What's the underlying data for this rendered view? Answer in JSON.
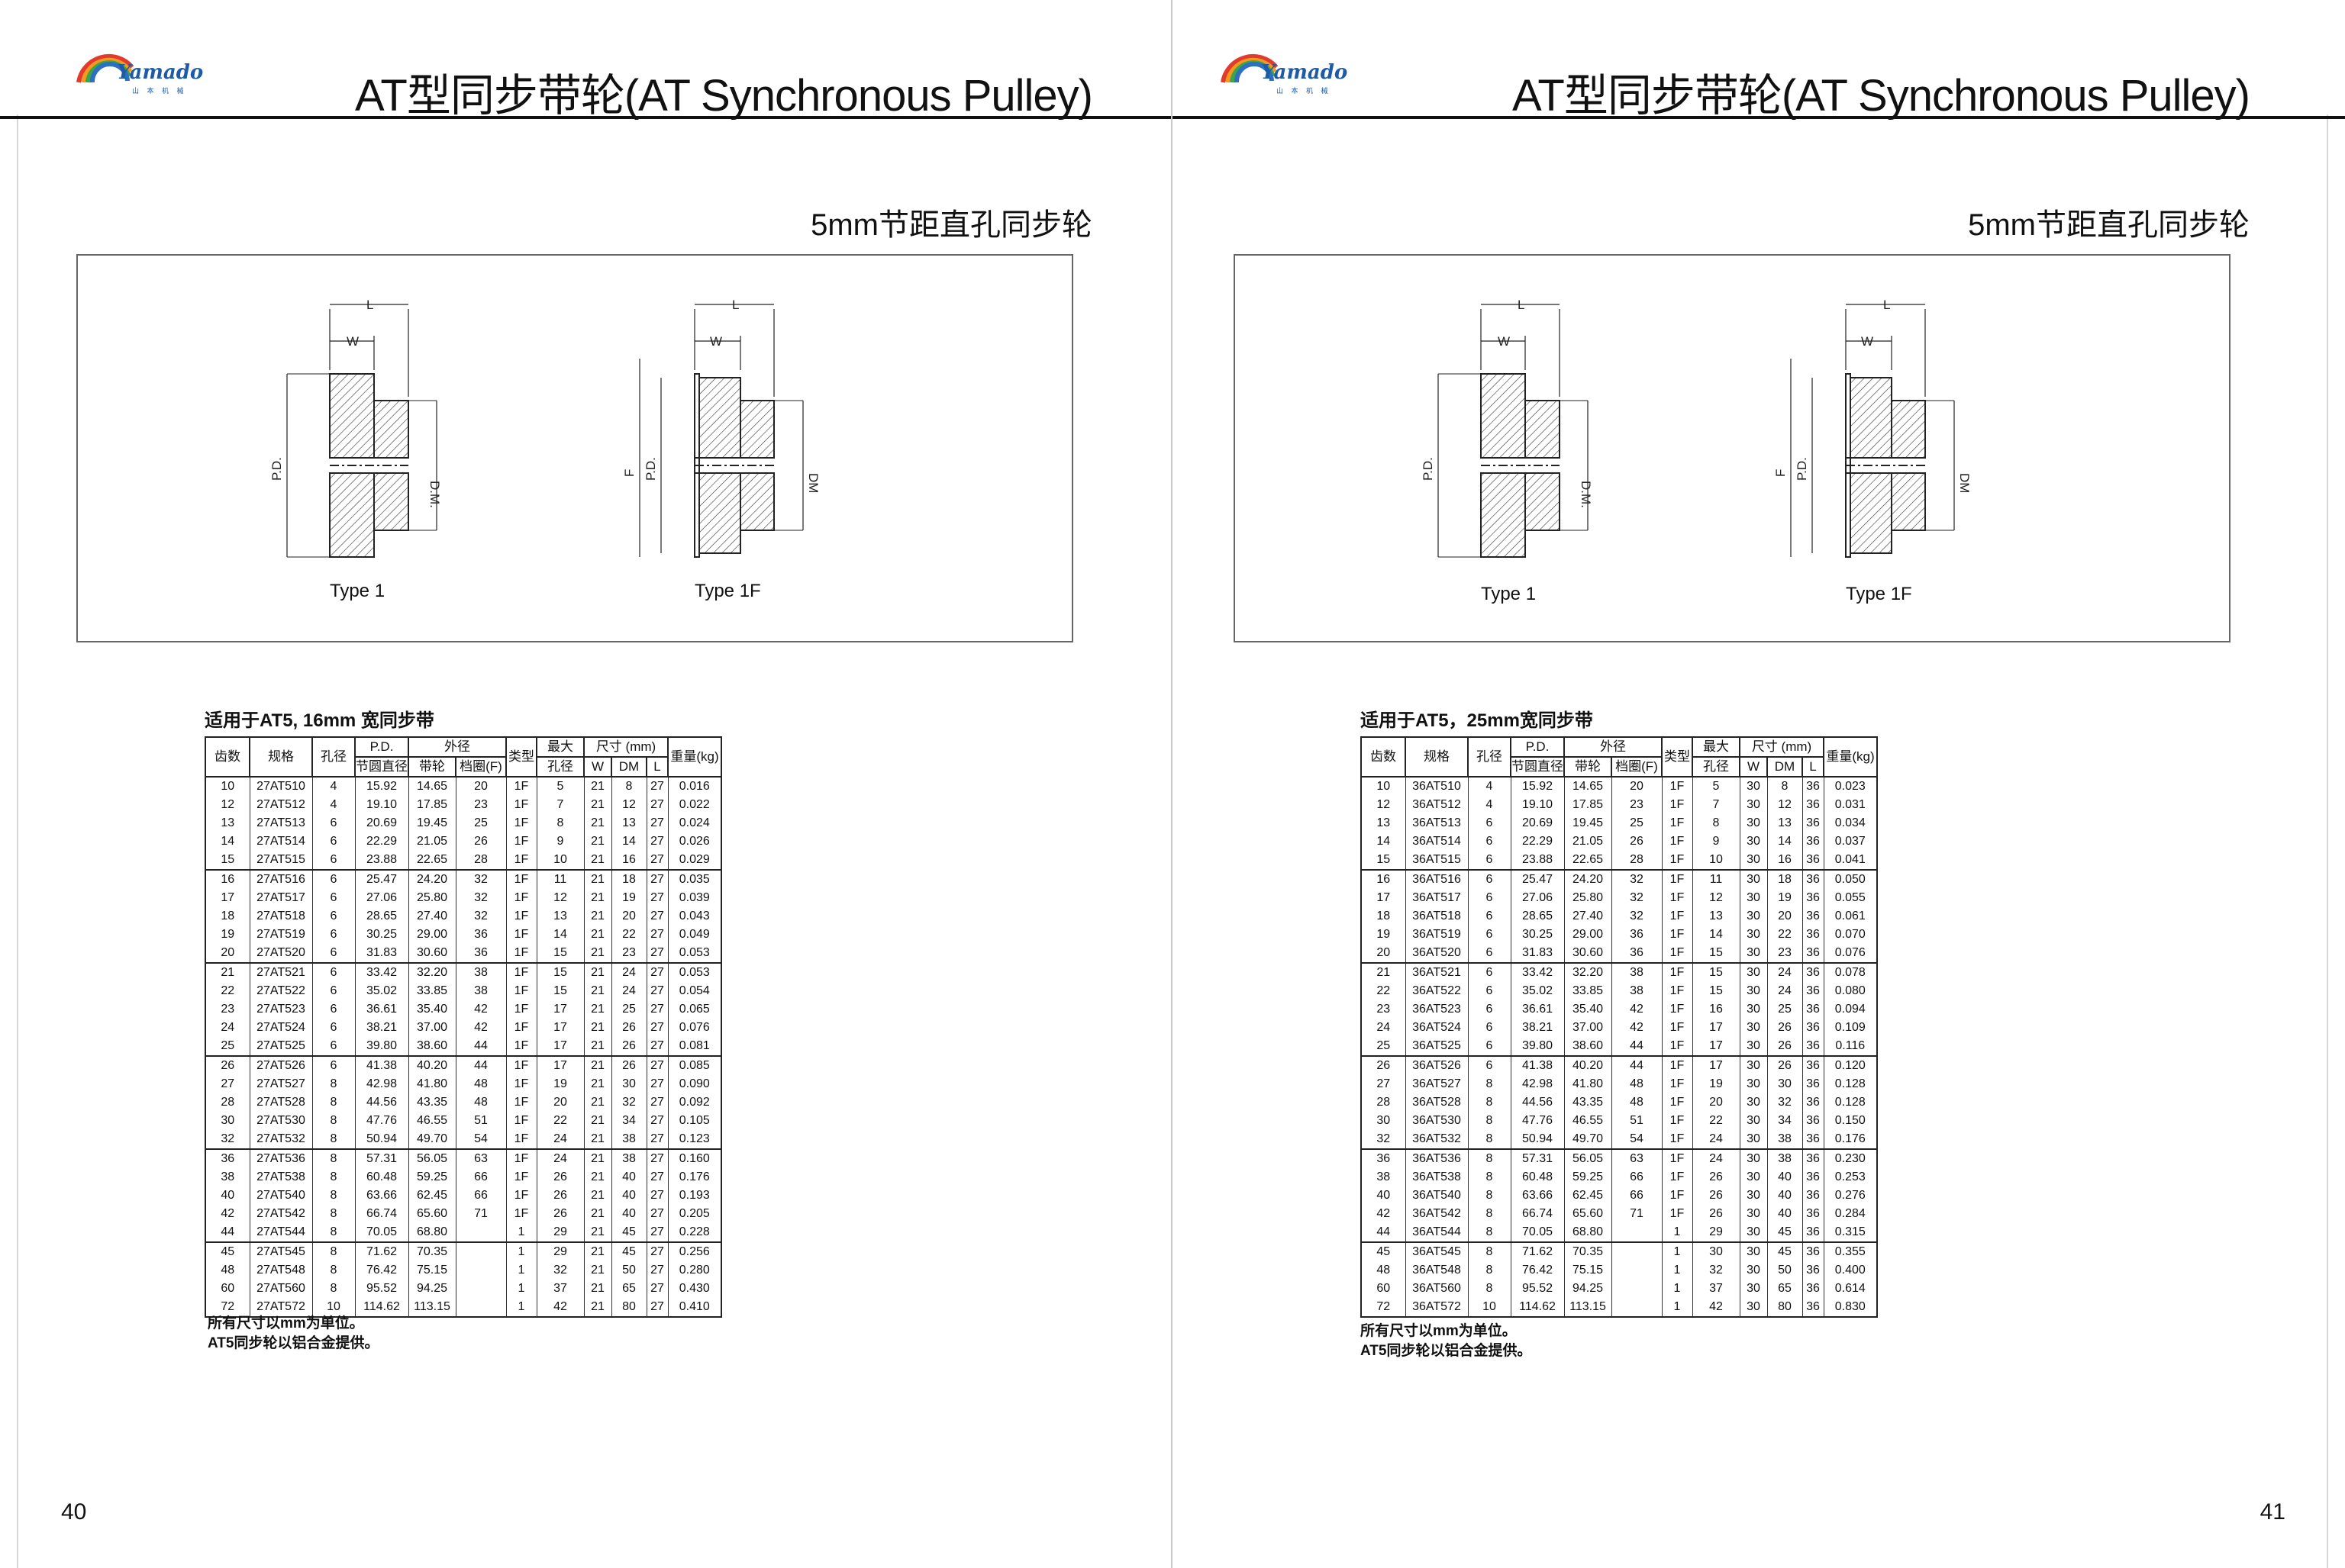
{
  "brand": {
    "name": "Yamado",
    "sub": "山 本 机 械"
  },
  "title": "AT型同步带轮(AT Synchronous Pulley)",
  "subtitle": "5mm节距直孔同步轮",
  "diagram_labels": {
    "L": "L",
    "W": "W",
    "PD": "P.D.",
    "DM_type1": "D.M.",
    "DM_type1f": "DM",
    "F": "F",
    "type1": "Type 1",
    "type1f": "Type 1F"
  },
  "table_headers": {
    "pd_top": "P.D.",
    "outer_top": "外径",
    "max_top": "最大",
    "dims_top": "尺寸 (mm)",
    "teeth": "齿数",
    "spec": "规格",
    "bore": "孔径",
    "pd": "节圆直径",
    "pulley": "带轮",
    "flange": "档圈(F)",
    "type": "类型",
    "max_bore": "孔径",
    "W": "W",
    "DM": "DM",
    "L": "L",
    "weight": "重量(kg)"
  },
  "notes": [
    "所有尺寸以mm为单位。",
    "AT5同步轮以铝合金提供。"
  ],
  "pages": [
    {
      "page_number": "40",
      "caption": "适用于AT5, 16mm 宽同步带",
      "W": "21",
      "L": "27",
      "rows": [
        [
          "10",
          "27AT510",
          "4",
          "15.92",
          "14.65",
          "20",
          "1F",
          "5",
          "21",
          "8",
          "27",
          "0.016"
        ],
        [
          "12",
          "27AT512",
          "4",
          "19.10",
          "17.85",
          "23",
          "1F",
          "7",
          "21",
          "12",
          "27",
          "0.022"
        ],
        [
          "13",
          "27AT513",
          "6",
          "20.69",
          "19.45",
          "25",
          "1F",
          "8",
          "21",
          "13",
          "27",
          "0.024"
        ],
        [
          "14",
          "27AT514",
          "6",
          "22.29",
          "21.05",
          "26",
          "1F",
          "9",
          "21",
          "14",
          "27",
          "0.026"
        ],
        [
          "15",
          "27AT515",
          "6",
          "23.88",
          "22.65",
          "28",
          "1F",
          "10",
          "21",
          "16",
          "27",
          "0.029"
        ],
        [
          "16",
          "27AT516",
          "6",
          "25.47",
          "24.20",
          "32",
          "1F",
          "11",
          "21",
          "18",
          "27",
          "0.035"
        ],
        [
          "17",
          "27AT517",
          "6",
          "27.06",
          "25.80",
          "32",
          "1F",
          "12",
          "21",
          "19",
          "27",
          "0.039"
        ],
        [
          "18",
          "27AT518",
          "6",
          "28.65",
          "27.40",
          "32",
          "1F",
          "13",
          "21",
          "20",
          "27",
          "0.043"
        ],
        [
          "19",
          "27AT519",
          "6",
          "30.25",
          "29.00",
          "36",
          "1F",
          "14",
          "21",
          "22",
          "27",
          "0.049"
        ],
        [
          "20",
          "27AT520",
          "6",
          "31.83",
          "30.60",
          "36",
          "1F",
          "15",
          "21",
          "23",
          "27",
          "0.053"
        ],
        [
          "21",
          "27AT521",
          "6",
          "33.42",
          "32.20",
          "38",
          "1F",
          "15",
          "21",
          "24",
          "27",
          "0.053"
        ],
        [
          "22",
          "27AT522",
          "6",
          "35.02",
          "33.85",
          "38",
          "1F",
          "15",
          "21",
          "24",
          "27",
          "0.054"
        ],
        [
          "23",
          "27AT523",
          "6",
          "36.61",
          "35.40",
          "42",
          "1F",
          "17",
          "21",
          "25",
          "27",
          "0.065"
        ],
        [
          "24",
          "27AT524",
          "6",
          "38.21",
          "37.00",
          "42",
          "1F",
          "17",
          "21",
          "26",
          "27",
          "0.076"
        ],
        [
          "25",
          "27AT525",
          "6",
          "39.80",
          "38.60",
          "44",
          "1F",
          "17",
          "21",
          "26",
          "27",
          "0.081"
        ],
        [
          "26",
          "27AT526",
          "6",
          "41.38",
          "40.20",
          "44",
          "1F",
          "17",
          "21",
          "26",
          "27",
          "0.085"
        ],
        [
          "27",
          "27AT527",
          "8",
          "42.98",
          "41.80",
          "48",
          "1F",
          "19",
          "21",
          "30",
          "27",
          "0.090"
        ],
        [
          "28",
          "27AT528",
          "8",
          "44.56",
          "43.35",
          "48",
          "1F",
          "20",
          "21",
          "32",
          "27",
          "0.092"
        ],
        [
          "30",
          "27AT530",
          "8",
          "47.76",
          "46.55",
          "51",
          "1F",
          "22",
          "21",
          "34",
          "27",
          "0.105"
        ],
        [
          "32",
          "27AT532",
          "8",
          "50.94",
          "49.70",
          "54",
          "1F",
          "24",
          "21",
          "38",
          "27",
          "0.123"
        ],
        [
          "36",
          "27AT536",
          "8",
          "57.31",
          "56.05",
          "63",
          "1F",
          "24",
          "21",
          "38",
          "27",
          "0.160"
        ],
        [
          "38",
          "27AT538",
          "8",
          "60.48",
          "59.25",
          "66",
          "1F",
          "26",
          "21",
          "40",
          "27",
          "0.176"
        ],
        [
          "40",
          "27AT540",
          "8",
          "63.66",
          "62.45",
          "66",
          "1F",
          "26",
          "21",
          "40",
          "27",
          "0.193"
        ],
        [
          "42",
          "27AT542",
          "8",
          "66.74",
          "65.60",
          "71",
          "1F",
          "26",
          "21",
          "40",
          "27",
          "0.205"
        ],
        [
          "44",
          "27AT544",
          "8",
          "70.05",
          "68.80",
          "",
          "1",
          "29",
          "21",
          "45",
          "27",
          "0.228"
        ],
        [
          "45",
          "27AT545",
          "8",
          "71.62",
          "70.35",
          "",
          "1",
          "29",
          "21",
          "45",
          "27",
          "0.256"
        ],
        [
          "48",
          "27AT548",
          "8",
          "76.42",
          "75.15",
          "",
          "1",
          "32",
          "21",
          "50",
          "27",
          "0.280"
        ],
        [
          "60",
          "27AT560",
          "8",
          "95.52",
          "94.25",
          "",
          "1",
          "37",
          "21",
          "65",
          "27",
          "0.430"
        ],
        [
          "72",
          "27AT572",
          "10",
          "114.62",
          "113.15",
          "",
          "1",
          "42",
          "21",
          "80",
          "27",
          "0.410"
        ]
      ]
    },
    {
      "page_number": "41",
      "caption": "适用于AT5，25mm宽同步带",
      "W": "30",
      "L": "36",
      "rows": [
        [
          "10",
          "36AT510",
          "4",
          "15.92",
          "14.65",
          "20",
          "1F",
          "5",
          "30",
          "8",
          "36",
          "0.023"
        ],
        [
          "12",
          "36AT512",
          "4",
          "19.10",
          "17.85",
          "23",
          "1F",
          "7",
          "30",
          "12",
          "36",
          "0.031"
        ],
        [
          "13",
          "36AT513",
          "6",
          "20.69",
          "19.45",
          "25",
          "1F",
          "8",
          "30",
          "13",
          "36",
          "0.034"
        ],
        [
          "14",
          "36AT514",
          "6",
          "22.29",
          "21.05",
          "26",
          "1F",
          "9",
          "30",
          "14",
          "36",
          "0.037"
        ],
        [
          "15",
          "36AT515",
          "6",
          "23.88",
          "22.65",
          "28",
          "1F",
          "10",
          "30",
          "16",
          "36",
          "0.041"
        ],
        [
          "16",
          "36AT516",
          "6",
          "25.47",
          "24.20",
          "32",
          "1F",
          "11",
          "30",
          "18",
          "36",
          "0.050"
        ],
        [
          "17",
          "36AT517",
          "6",
          "27.06",
          "25.80",
          "32",
          "1F",
          "12",
          "30",
          "19",
          "36",
          "0.055"
        ],
        [
          "18",
          "36AT518",
          "6",
          "28.65",
          "27.40",
          "32",
          "1F",
          "13",
          "30",
          "20",
          "36",
          "0.061"
        ],
        [
          "19",
          "36AT519",
          "6",
          "30.25",
          "29.00",
          "36",
          "1F",
          "14",
          "30",
          "22",
          "36",
          "0.070"
        ],
        [
          "20",
          "36AT520",
          "6",
          "31.83",
          "30.60",
          "36",
          "1F",
          "15",
          "30",
          "23",
          "36",
          "0.076"
        ],
        [
          "21",
          "36AT521",
          "6",
          "33.42",
          "32.20",
          "38",
          "1F",
          "15",
          "30",
          "24",
          "36",
          "0.078"
        ],
        [
          "22",
          "36AT522",
          "6",
          "35.02",
          "33.85",
          "38",
          "1F",
          "15",
          "30",
          "24",
          "36",
          "0.080"
        ],
        [
          "23",
          "36AT523",
          "6",
          "36.61",
          "35.40",
          "42",
          "1F",
          "16",
          "30",
          "25",
          "36",
          "0.094"
        ],
        [
          "24",
          "36AT524",
          "6",
          "38.21",
          "37.00",
          "42",
          "1F",
          "17",
          "30",
          "26",
          "36",
          "0.109"
        ],
        [
          "25",
          "36AT525",
          "6",
          "39.80",
          "38.60",
          "44",
          "1F",
          "17",
          "30",
          "26",
          "36",
          "0.116"
        ],
        [
          "26",
          "36AT526",
          "6",
          "41.38",
          "40.20",
          "44",
          "1F",
          "17",
          "30",
          "26",
          "36",
          "0.120"
        ],
        [
          "27",
          "36AT527",
          "8",
          "42.98",
          "41.80",
          "48",
          "1F",
          "19",
          "30",
          "30",
          "36",
          "0.128"
        ],
        [
          "28",
          "36AT528",
          "8",
          "44.56",
          "43.35",
          "48",
          "1F",
          "20",
          "30",
          "32",
          "36",
          "0.128"
        ],
        [
          "30",
          "36AT530",
          "8",
          "47.76",
          "46.55",
          "51",
          "1F",
          "22",
          "30",
          "34",
          "36",
          "0.150"
        ],
        [
          "32",
          "36AT532",
          "8",
          "50.94",
          "49.70",
          "54",
          "1F",
          "24",
          "30",
          "38",
          "36",
          "0.176"
        ],
        [
          "36",
          "36AT536",
          "8",
          "57.31",
          "56.05",
          "63",
          "1F",
          "24",
          "30",
          "38",
          "36",
          "0.230"
        ],
        [
          "38",
          "36AT538",
          "8",
          "60.48",
          "59.25",
          "66",
          "1F",
          "26",
          "30",
          "40",
          "36",
          "0.253"
        ],
        [
          "40",
          "36AT540",
          "8",
          "63.66",
          "62.45",
          "66",
          "1F",
          "26",
          "30",
          "40",
          "36",
          "0.276"
        ],
        [
          "42",
          "36AT542",
          "8",
          "66.74",
          "65.60",
          "71",
          "1F",
          "26",
          "30",
          "40",
          "36",
          "0.284"
        ],
        [
          "44",
          "36AT544",
          "8",
          "70.05",
          "68.80",
          "",
          "1",
          "29",
          "30",
          "45",
          "36",
          "0.315"
        ],
        [
          "45",
          "36AT545",
          "8",
          "71.62",
          "70.35",
          "",
          "1",
          "30",
          "30",
          "45",
          "36",
          "0.355"
        ],
        [
          "48",
          "36AT548",
          "8",
          "76.42",
          "75.15",
          "",
          "1",
          "32",
          "30",
          "50",
          "36",
          "0.400"
        ],
        [
          "60",
          "36AT560",
          "8",
          "95.52",
          "94.25",
          "",
          "1",
          "37",
          "30",
          "65",
          "36",
          "0.614"
        ],
        [
          "72",
          "36AT572",
          "10",
          "114.62",
          "113.15",
          "",
          "1",
          "42",
          "30",
          "80",
          "36",
          "0.830"
        ]
      ]
    }
  ]
}
